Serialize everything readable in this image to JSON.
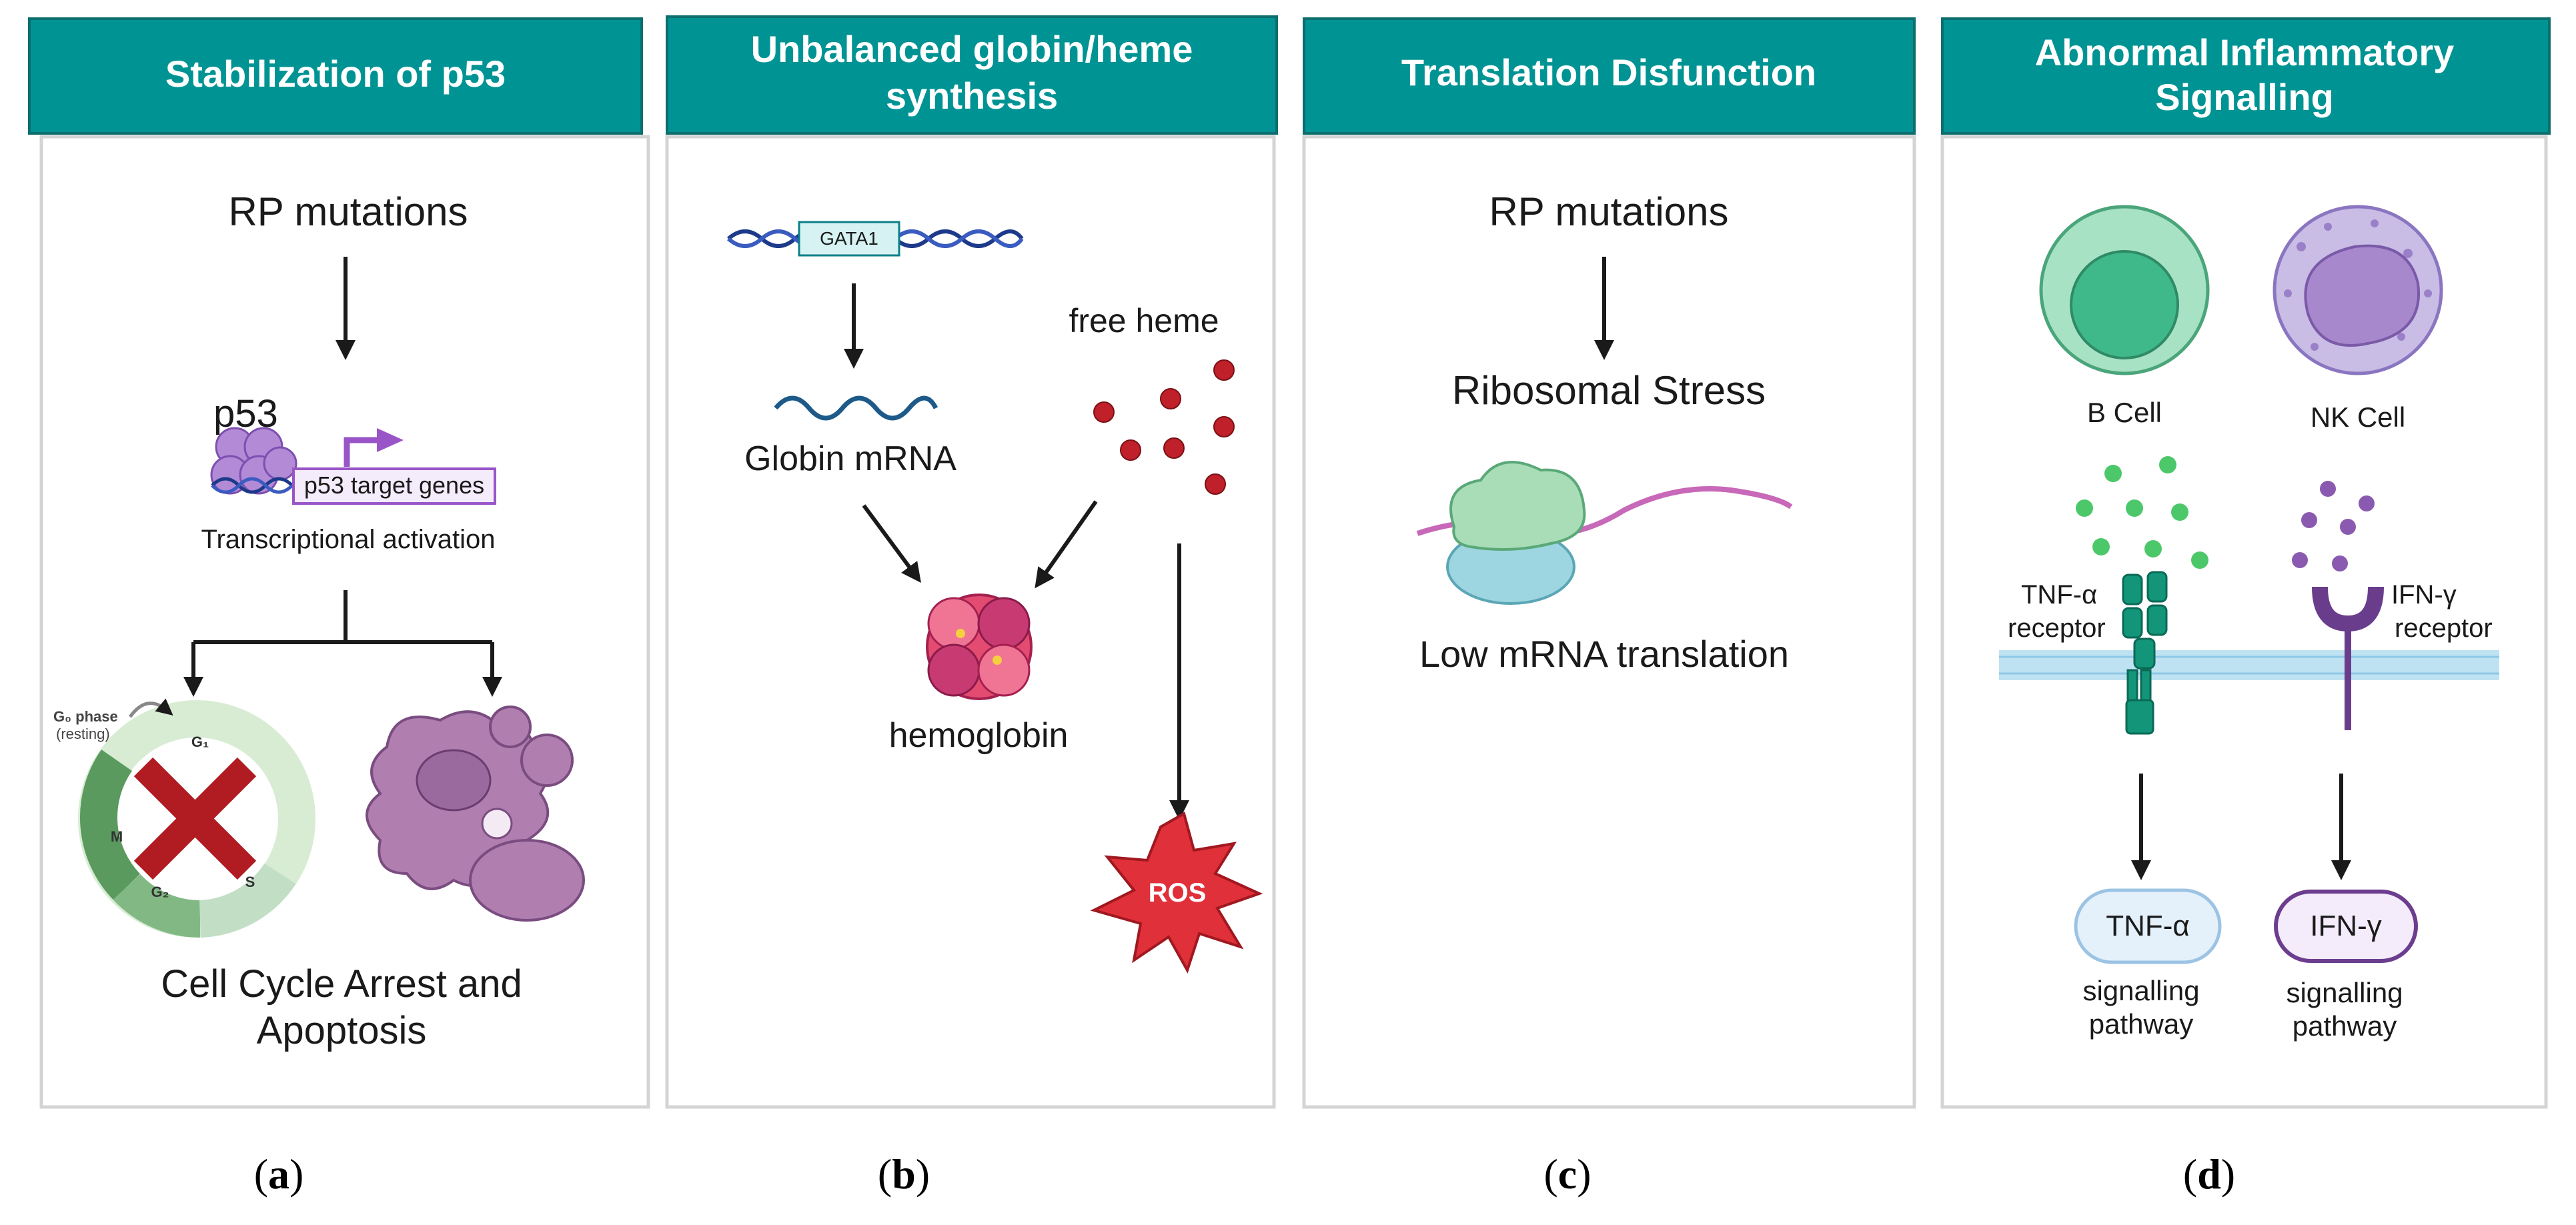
{
  "colors": {
    "header_fill": "#009393",
    "header_stroke": "#0c6e6e",
    "panel_border": "#d4d4d4",
    "arrow": "#1a1a1a",
    "p53_purple": "#b28ad6",
    "target_gene_purple": "#9955c8",
    "dna_blue": "#1d3a8a",
    "dna_teal": "#0a7f8a",
    "heme_red": "#c0202a",
    "ros_red": "#e0303a",
    "b_cell_green": "#5ec497",
    "nk_cell_purple": "#b6a4dc",
    "tnf_teal": "#0f8a72",
    "ifn_purple": "#6a3d8c",
    "membrane_blue": "#bfe2f3",
    "tnf_pill_fill": "#e4f1fb",
    "tnf_pill_stroke": "#9cc3e4",
    "ifn_pill_fill": "#f4ecfb",
    "ifn_pill_stroke": "#6c3d8e"
  },
  "panels": [
    {
      "header": "Stabilization of p53",
      "label": "a",
      "texts": {
        "rp_mutations": "RP mutations",
        "p53": "p53",
        "target_genes": "p53 target genes",
        "transcriptional": "Transcriptional activation",
        "g0_phase": "G₀ phase",
        "resting": "(resting)",
        "g1": "G₁",
        "g2": "G₂",
        "m": "M",
        "s": "S",
        "outcome_line1": "Cell Cycle Arrest and",
        "outcome_line2": "Apoptosis"
      }
    },
    {
      "header_line1": "Unbalanced globin/heme",
      "header_line2": "synthesis",
      "label": "b",
      "texts": {
        "gata1": "GATA1",
        "globin_mrna": "Globin mRNA",
        "free_heme": "free heme",
        "hemoglobin": "hemoglobin",
        "ros": "ROS"
      }
    },
    {
      "header": "Translation Disfunction",
      "label": "c",
      "texts": {
        "rp_mutations": "RP mutations",
        "ribosomal_stress": "Ribosomal Stress",
        "low_translation": "Low mRNA translation"
      }
    },
    {
      "header_line1": "Abnormal Inflammatory",
      "header_line2": "Signalling",
      "label": "d",
      "texts": {
        "b_cell": "B Cell",
        "nk_cell": "NK Cell",
        "tnf_receptor_line1": "TNF-α",
        "tnf_receptor_line2": "receptor",
        "ifn_receptor_line1": "IFN-γ",
        "ifn_receptor_line2": "receptor",
        "tnf_pill": "TNF-α",
        "ifn_pill": "IFN-γ",
        "pathway_line1": "signalling",
        "pathway_line2": "pathway"
      }
    }
  ],
  "open_paren": "(",
  "close_paren": ")"
}
